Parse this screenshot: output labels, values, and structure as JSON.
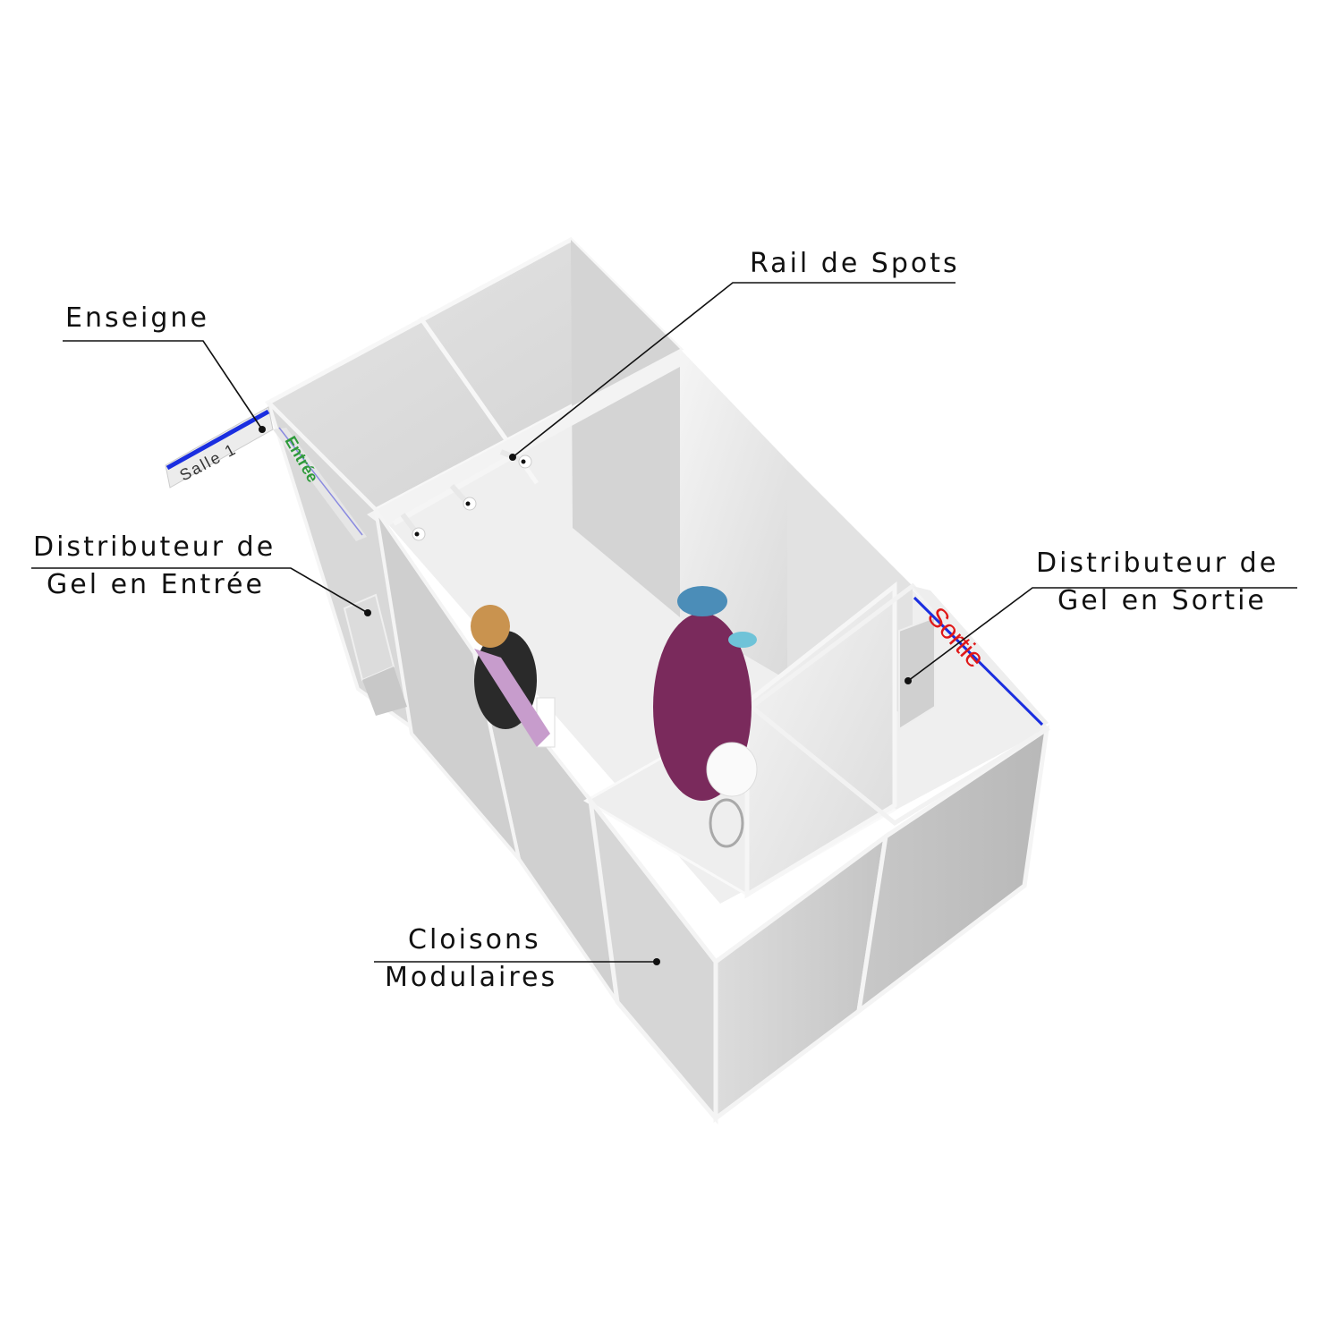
{
  "diagram": {
    "subject": "Isometric view of a modular booth (two rooms) with spots rail, signs and gel dispensers",
    "colors": {
      "background": "#ffffff",
      "panel_light": "#e9e9e9",
      "panel_mid": "#d6d6d6",
      "panel_dark": "#bdbdbd",
      "frame": "#f4f4f4",
      "floor": "#f1f1f1",
      "leader_line": "#111111",
      "sign_stripe_blue": "#1a2ee0",
      "entree_text_green": "#2e9a3a",
      "sortie_text_red": "#e01818",
      "scrubs_purple": "#7a2a5c",
      "gloves_blue": "#6fc3d8",
      "dress_black": "#2a2a2a",
      "blanket_pink": "#c79ccc",
      "hair_blond": "#c9934f"
    },
    "signs": {
      "room_sign": "Salle 1",
      "entry_sign": "Entrée",
      "exit_sign": "Sortie"
    },
    "callouts": [
      {
        "id": "enseigne",
        "lines": [
          "Enseigne"
        ]
      },
      {
        "id": "rail-spots",
        "lines": [
          "Rail de Spots"
        ]
      },
      {
        "id": "gel-entree",
        "lines": [
          "Distributeur de",
          "Gel en Entrée"
        ]
      },
      {
        "id": "gel-sortie",
        "lines": [
          "Distributeur de",
          "Gel en Sortie"
        ]
      },
      {
        "id": "cloisons",
        "lines": [
          "Cloisons",
          "Modulaires"
        ]
      }
    ],
    "spots_count": 3
  }
}
